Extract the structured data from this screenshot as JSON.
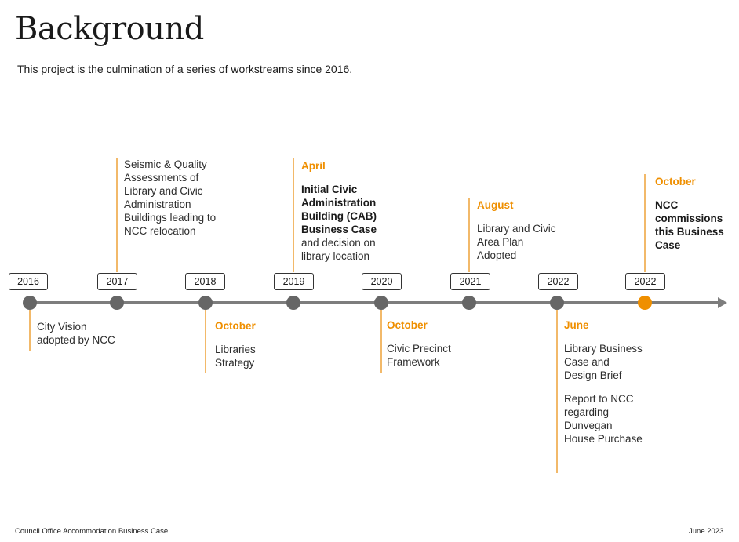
{
  "title": "Background",
  "intro": "This project is the culmination of a series of workstreams since 2016.",
  "colors": {
    "accent": "#ef8f00",
    "dot": "#666666",
    "axis": "#7d7d7d",
    "connector": "#f2b96a"
  },
  "years": [
    "2016",
    "2017",
    "2018",
    "2019",
    "2020",
    "2021",
    "2022",
    "2022"
  ],
  "events": {
    "e2016": {
      "text": "City Vision adopted by NCC"
    },
    "e2017": {
      "text": "Seismic & Quality Assessments of Library and Civic Administration Buildings leading to NCC relocation"
    },
    "e2018": {
      "month": "October",
      "text": "Libraries Strategy"
    },
    "e2019": {
      "month": "April",
      "bold": "Initial Civic Administration Building (CAB) Business Case",
      "text": "and decision on library location"
    },
    "e2020": {
      "month": "October",
      "text": "Civic Precinct Framework"
    },
    "e2021": {
      "month": "August",
      "text": "Library and Civic Area Plan Adopted"
    },
    "e2022a": {
      "month": "June",
      "text": "Library Business Case and Design Brief",
      "text2": "Report to NCC regarding Dunvegan House Purchase"
    },
    "e2022b": {
      "month": "October",
      "bold": "NCC commissions this Business Case"
    }
  },
  "footer": {
    "left": "Council Office Accommodation Business Case",
    "right": "June 2023"
  }
}
